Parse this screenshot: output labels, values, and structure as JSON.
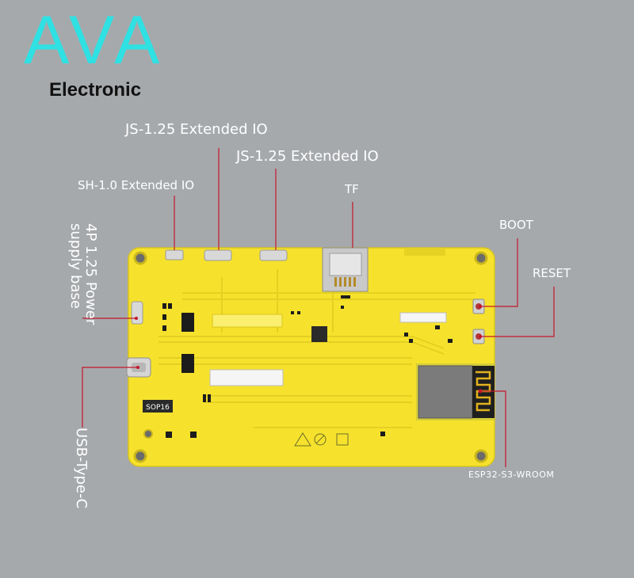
{
  "brand": {
    "name": "AVA",
    "subtitle": "Electronic",
    "color": "#2fe1e3"
  },
  "labels": {
    "sh10": "SH-1.0 Extended IO",
    "js125_a": "JS-1.25 Extended IO",
    "js125_b": "JS-1.25 Extended IO",
    "tf": "TF",
    "boot": "BOOT",
    "reset": "RESET",
    "power": [
      "4P 1.25 Power",
      "supply base"
    ],
    "usb": "USB-Type-C",
    "esp": "ESP32-S3-WROOM",
    "chip": "SOP16"
  },
  "colors": {
    "board": "#f6e22c",
    "leader": "#c4172a"
  }
}
